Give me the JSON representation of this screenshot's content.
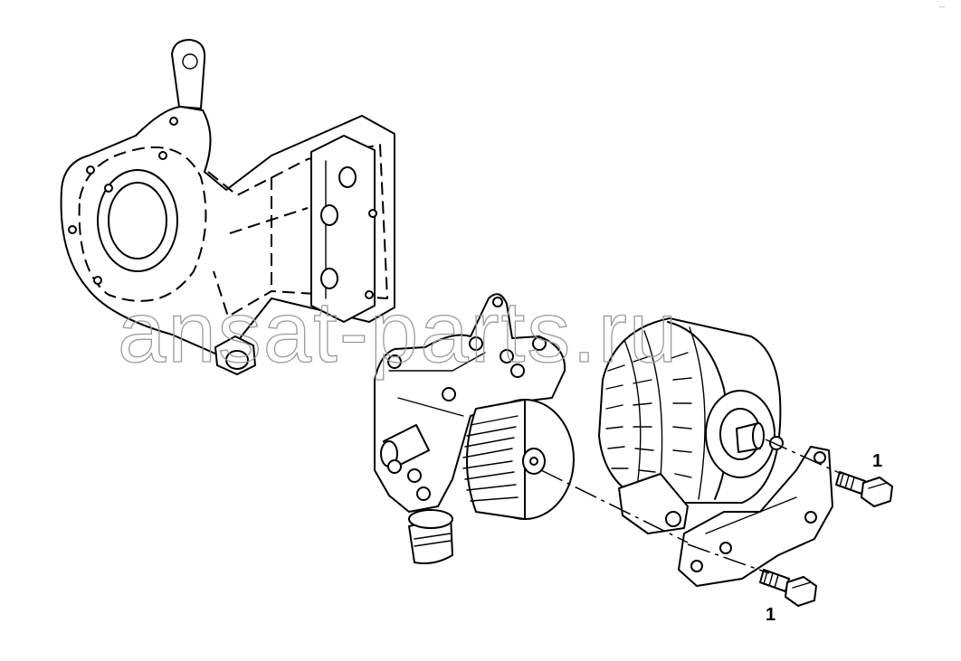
{
  "watermark": "ansat-parts.ru",
  "corner_mark": "--",
  "callouts": [
    {
      "label": "1",
      "target": "upper-bolt"
    },
    {
      "label": "1",
      "target": "lower-bolt"
    }
  ],
  "components": [
    {
      "name": "timing-housing",
      "style": "dashed"
    },
    {
      "name": "water-pump",
      "style": "solid"
    },
    {
      "name": "alternator",
      "style": "solid"
    },
    {
      "name": "alternator-bracket",
      "style": "solid"
    },
    {
      "name": "bolt",
      "style": "solid"
    }
  ]
}
